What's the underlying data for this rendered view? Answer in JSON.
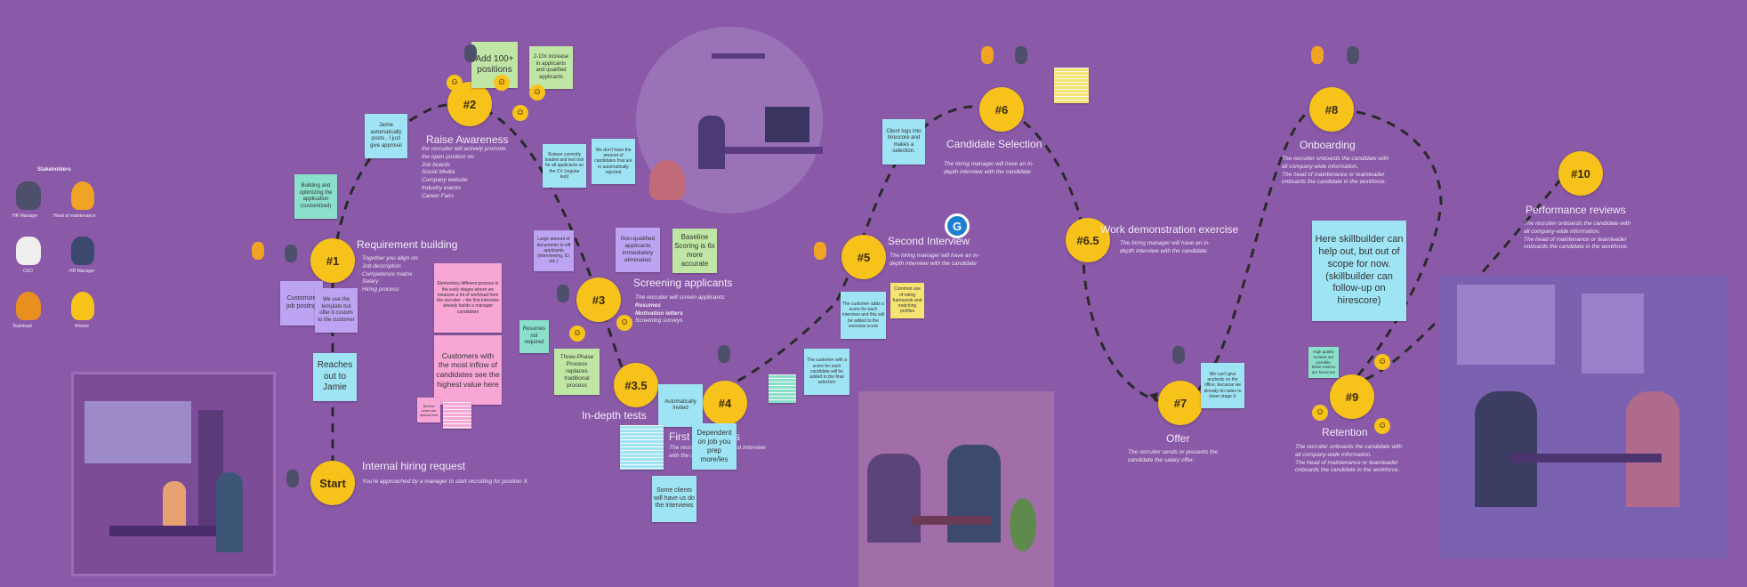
{
  "stages": [
    {
      "id": "start",
      "label": "Start",
      "title": "Internal hiring request",
      "desc": [
        "You're approached by a manager to start recruiting for position X."
      ]
    },
    {
      "id": "s1",
      "label": "#1",
      "title": "Requirement building",
      "desc": [
        "Together you align on:",
        "Job description",
        "Competence matrix",
        "Salary",
        "Hiring process"
      ]
    },
    {
      "id": "s2",
      "label": "#2",
      "title": "Raise Awareness",
      "desc": [
        "the recruiter will actively promote",
        "the open position on:",
        "Job boards",
        "Social Media",
        "Company website",
        "Industry events",
        "Career Fairs"
      ]
    },
    {
      "id": "s3",
      "label": "#3",
      "title": "Screening applicants",
      "desc": [
        "The recruiter will screen applicants:",
        "Resumes",
        "Motivation letters",
        "Screening surveys"
      ]
    },
    {
      "id": "s35",
      "label": "#3.5",
      "title": "In-depth tests",
      "desc": []
    },
    {
      "id": "s4",
      "label": "#4",
      "title": "First interviews",
      "desc": [
        "The recruiter will have a first interview",
        "with the candidate"
      ]
    },
    {
      "id": "s5",
      "label": "#5",
      "title": "Second Interview",
      "desc": [
        "The hiring manager will have an in-",
        "depth interview with the candidate"
      ]
    },
    {
      "id": "s6",
      "label": "#6",
      "title": "Candidate Selection",
      "desc": [
        "The hiring manager will have an in-",
        "depth interview with the candidate"
      ]
    },
    {
      "id": "s65",
      "label": "#6.5",
      "title": "Work demonstration exercise",
      "desc": [
        "The hiring manager will have an in-",
        "depth interview with the candidate"
      ]
    },
    {
      "id": "s7",
      "label": "#7",
      "title": "Offer",
      "desc": [
        "The recruiter sends or presents the",
        "candidate the salary offer."
      ]
    },
    {
      "id": "s8",
      "label": "#8",
      "title": "Onboarding",
      "desc": [
        "The recruiter onboards the candidate with",
        "all company-wide information.",
        "The head of maintenance or teamleader",
        "onboards the candidate in the workforce."
      ]
    },
    {
      "id": "s9",
      "label": "#9",
      "title": "Retention",
      "desc": [
        "The recruiter onboards the candidate with",
        "all company-wide information.",
        "The head of maintenance or teamleader",
        "onboards the candidate in the workforce."
      ]
    },
    {
      "id": "s10",
      "label": "#10",
      "title": "Performance reviews",
      "desc": [
        "The recruiter onboards the candidate with",
        "all company-wide information.",
        "The head of maintenance or teamleader",
        "onboards the candidate in the workforce."
      ]
    }
  ],
  "stakeholders": {
    "title": "Stakeholders",
    "people": [
      "HR Manager",
      "Head of maintenance",
      "CEO",
      "HR Manager",
      "Teamlead",
      "Worker"
    ]
  },
  "notes": {
    "jamie_auto": "Jamie automatically posts , I just give approval",
    "add_positions": "Add 100+ positions",
    "increase": "2-10x increase in applicants and qualified applicants",
    "building": "Building and optimizing the application (customized)",
    "customize": "Customize job posting",
    "template": "We use the template but offer it custom to the customer",
    "reaches": "Reaches out to Jamie",
    "scoring_ai": "Sixteen currently loaded and test tool for all applicants on the CV (regular test)",
    "dont_have": "We don't have the amount of candidates that are in automatically rejected",
    "large_amount": "Large amount of documents to sift applicants (interviewing, ID, etc.)",
    "non_qualified": "Non-qualified applicants immediately eliminated",
    "baseline": "Baseline Scoring is 6x more accurate",
    "elementary": "Elementary different process in the early stages where we measure a lot of workload from the recruiter – the first interview already builds a manager candidates",
    "customers_inflow": "Customers with the most inflow of candidates see the highest value here",
    "resumes": "Resumes not required",
    "three_phase": "Three-Phase Process replaces traditional process",
    "behind": "Behind some are special test",
    "auto_invited": "Automatically invited",
    "dependent": "Dependent on job you prep more/les",
    "some_clients": "Some clients will have us do the interviews",
    "client_logs": "Client logs into hirescore and makes a selection.",
    "customer_score": "The customer with a score for each candidate will be added to the final selection",
    "interview_score": "The customer adds a score for each interview and this will be added to the overview score",
    "common_use": "Common use of rating framework and matching profiles",
    "we_stay": "We can't give anybody on the office, because we already do sales to lower stage X",
    "here_skill": "Here skillbuilder can help out, but out of scope for now. (skillbuilder can follow-up on hirescore)",
    "high_quality": "High quality reviews are possible, these metrics are hirescore",
    "avatar_letter": "G"
  },
  "colors": {
    "bg": "#8a5aa8",
    "node": "#f7c21a",
    "blue": "#9fe4f4",
    "pink": "#f7a6d6",
    "lavender": "#bca4f2",
    "green": "#bfe6a4",
    "yellow": "#f6e472"
  }
}
